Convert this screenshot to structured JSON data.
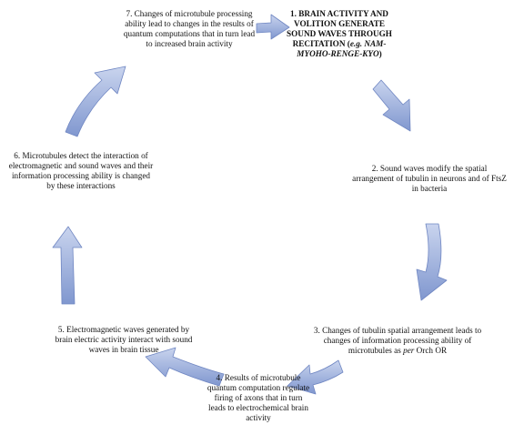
{
  "cycle": {
    "steps": [
      {
        "id": 1,
        "text": "1. BRAIN ACTIVITY AND VOLITION GENERATE SOUND WAVES THROUGH RECITATION (",
        "italic": "e.g. NAM-MYOHO-RENGE-KYO",
        "text_after": ")"
      },
      {
        "id": 2,
        "text": "2. Sound waves modify the spatial arrangement of tubulin in neurons and of FtsZ in bacteria"
      },
      {
        "id": 3,
        "text": "3. Changes of tubulin spatial arrangement leads to changes of information processing ability of microtubules as ",
        "italic": "per",
        "text_after": " Orch OR"
      },
      {
        "id": 4,
        "text": "4. Results of microtubule quantum computation regulate firing of axons that in turn leads to electrochemical brain activity"
      },
      {
        "id": 5,
        "text": "5. Electromagnetic waves generated by brain electric activity interact with sound waves in brain tissue"
      },
      {
        "id": 6,
        "text": "6. Microtubules detect the interaction of electromagnetic and sound waves and their information processing ability is changed by these interactions"
      },
      {
        "id": 7,
        "text": "7. Changes of microtubule processing ability lead to changes in the results of quantum computations that in turn lead to increased brain activity"
      }
    ]
  },
  "style": {
    "arrow_fill_top": "#c9d4ee",
    "arrow_fill_bottom": "#8097cf",
    "arrow_stroke": "#6f86c2"
  }
}
